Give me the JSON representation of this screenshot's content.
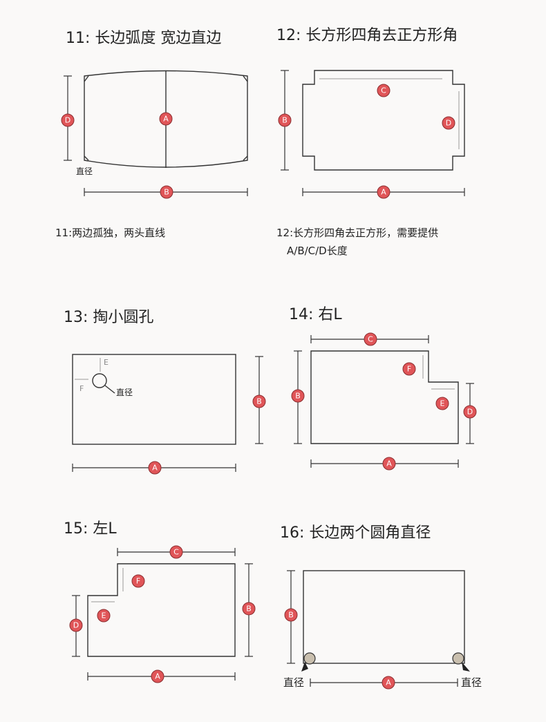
{
  "panels": {
    "p11": {
      "title": "11: 长边弧度  宽边直边",
      "note": "11:两边孤独，两头直线",
      "label_diameter": "直径",
      "badges": {
        "a": "A",
        "b": "B",
        "d": "D"
      }
    },
    "p12": {
      "title": "12: 长方形四角去正方形角",
      "note_line1": "12:长方形四角去正方形，需要提供",
      "note_line2": "A/B/C/D长度",
      "badges": {
        "a": "A",
        "b": "B",
        "c": "C",
        "d": "D"
      }
    },
    "p13": {
      "title": "13: 掏小圆孔",
      "label_e": "E",
      "label_f": "F",
      "label_diameter": "直径",
      "badges": {
        "a": "A",
        "b": "B"
      }
    },
    "p14": {
      "title": "14: 右L",
      "badges": {
        "a": "A",
        "b": "B",
        "c": "C",
        "d": "D",
        "e": "E",
        "f": "F"
      }
    },
    "p15": {
      "title": "15: 左L",
      "badges": {
        "a": "A",
        "b": "B",
        "c": "C",
        "d": "D",
        "e": "E",
        "f": "F"
      }
    },
    "p16": {
      "title": "16: 长边两个圆角直径",
      "label_diameter_left": "直径",
      "label_diameter_right": "直径",
      "badges": {
        "a": "A",
        "b": "B"
      }
    }
  },
  "colors": {
    "badge": "#e05558",
    "line": "#333333",
    "corner_fill": "#c9bfae",
    "background": "#faf9f8"
  }
}
